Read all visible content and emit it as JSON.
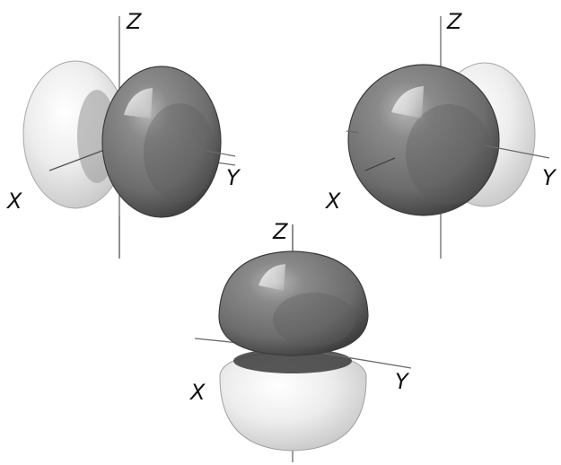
{
  "labels": {
    "z": "Z",
    "y": "Y",
    "x": "X"
  },
  "colors": {
    "dark_lobe": "#6f6f6f",
    "light_lobe": "#e6e6e6",
    "axis": "#6a6a6a"
  },
  "panels": [
    {
      "id": "px-orbital",
      "front_lobe": "dark",
      "back_lobe": "light"
    },
    {
      "id": "py-orbital",
      "front_lobe": "dark",
      "back_lobe": "light"
    },
    {
      "id": "pz-orbital",
      "top_lobe": "dark",
      "bottom_lobe": "light"
    }
  ]
}
